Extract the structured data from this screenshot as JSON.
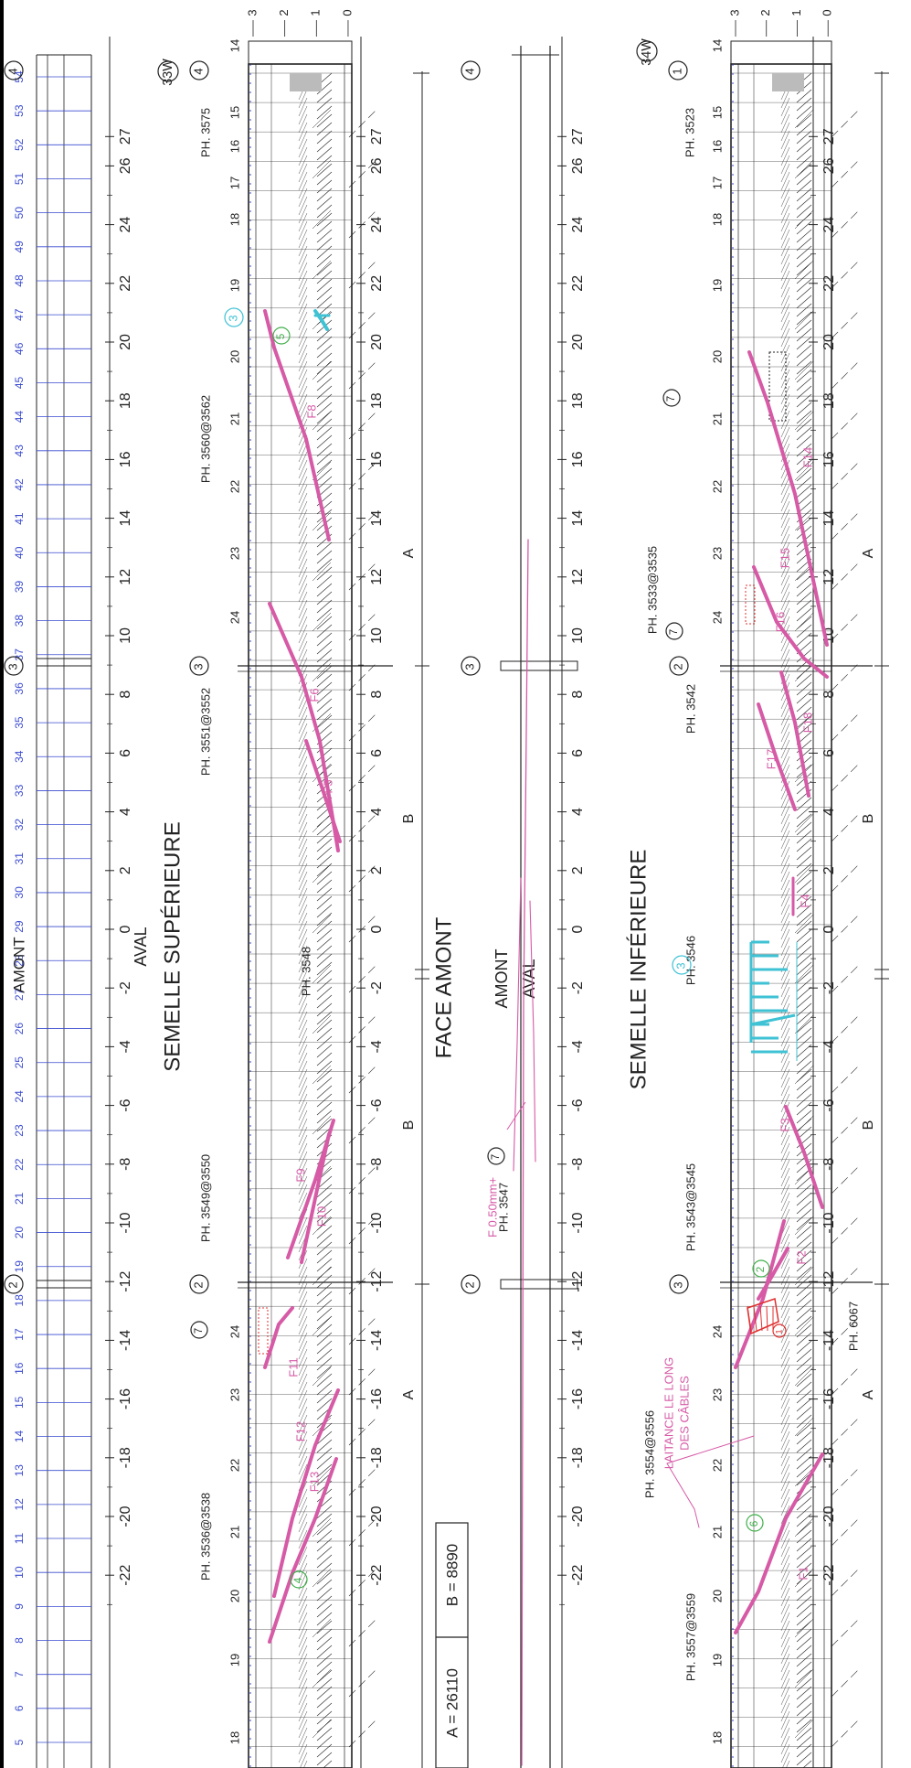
{
  "sections": {
    "top_title": "SEMELLE SUPÉRIEURE",
    "top_amont": "AMONT",
    "top_aval": "AVAL",
    "face_title": "FACE AMONT",
    "face_amont": "AMONT",
    "face_aval": "AVAL",
    "bottom_title": "SEMELLE INFÉRIEURE"
  },
  "gridline_labels": [
    "4",
    "3",
    "2",
    "33W",
    "34W",
    "1"
  ],
  "depth_scale": [
    "3",
    "2",
    "1",
    "0"
  ],
  "axis_ticks": [
    "27",
    "26",
    "24",
    "22",
    "20",
    "18",
    "16",
    "14",
    "12",
    "10",
    "8",
    "6",
    "4",
    "2",
    "0",
    "-2",
    "-4",
    "-6",
    "-8",
    "-10",
    "-12",
    "-14",
    "-16",
    "-18",
    "-20",
    "-22"
  ],
  "blue_numbers": [
    "54",
    "53",
    "52",
    "51",
    "50",
    "49",
    "48",
    "47",
    "46",
    "45",
    "44",
    "43",
    "42",
    "41",
    "40",
    "39",
    "38",
    "37",
    "36",
    "35",
    "34",
    "33",
    "32",
    "31",
    "30",
    "29",
    "28",
    "27",
    "26",
    "25",
    "24",
    "23",
    "22",
    "21",
    "20",
    "19",
    "18",
    "17",
    "16",
    "15",
    "14",
    "13",
    "12",
    "11",
    "10",
    "9",
    "8",
    "7",
    "6",
    "5"
  ],
  "web_numbers": [
    "14",
    "15",
    "16",
    "17",
    "18",
    "19",
    "20",
    "21",
    "22",
    "23",
    "24",
    "19",
    "20",
    "21",
    "22",
    "23",
    "24",
    "18",
    "17"
  ],
  "photos_top": [
    "PH. 3575",
    "PH. 3560@3562",
    "PH. 3551@3552",
    "PH. 3548",
    "PH. 3549@3550",
    "PH. 3536@3538"
  ],
  "photos_face": [
    "PH. 3547"
  ],
  "photos_bottom": [
    "PH. 3523",
    "PH. 3533@3535",
    "PH. 3542",
    "PH. 3546",
    "PH. 3543@3545",
    "PH. 3554@3556",
    "PH. 3557@3559",
    "PH. 6067"
  ],
  "crack_labels_top": [
    "F8",
    "F6",
    "F5",
    "F9",
    "F10",
    "F11",
    "F12",
    "F13"
  ],
  "crack_labels_bottom": [
    "F14",
    "F15",
    "F16",
    "F18",
    "F17",
    "F4",
    "F3",
    "F2",
    "F1"
  ],
  "crack_width_note": "F 0.50mm+",
  "laitance_note": [
    "LAITANCE LE LONG",
    "DES CÂBLES"
  ],
  "dimensions": {
    "A": "A",
    "B": "B",
    "legend_A": "A = 26110",
    "legend_B": "B = 8890"
  },
  "callouts": [
    "3",
    "5",
    "7",
    "7",
    "4",
    "7",
    "3",
    "6",
    "2",
    "1",
    "3"
  ],
  "colors": {
    "line": "#222222",
    "blue": "#3a4bd0",
    "crack": "#d65aa6",
    "cyan": "#3ec2d4",
    "green": "#3fae49",
    "red": "#e03030"
  }
}
